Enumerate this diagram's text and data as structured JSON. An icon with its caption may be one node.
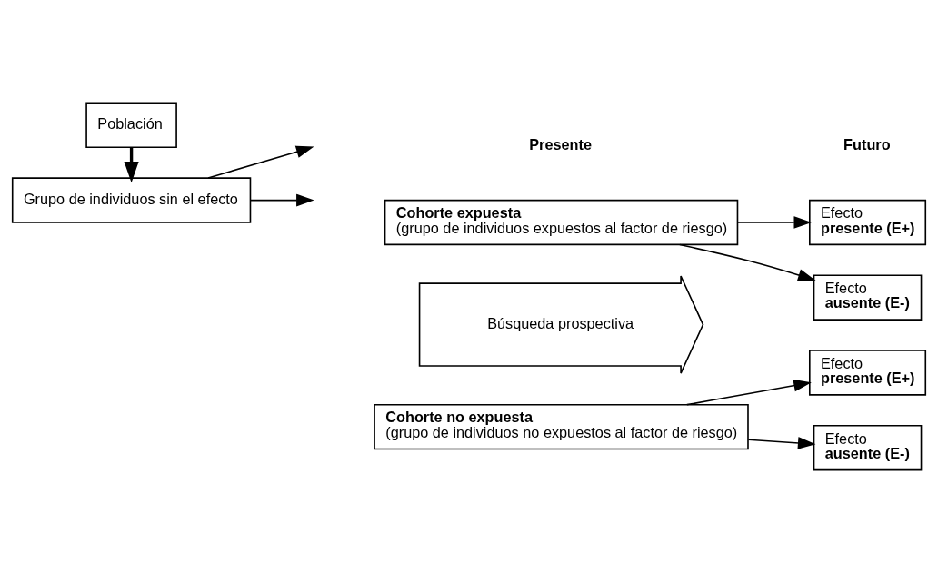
{
  "diagram": {
    "nodes": [
      {
        "text": [
          "Población"
        ]
      },
      {
        "text": [
          "Grupo de individuos sin el efecto"
        ]
      },
      {
        "text": [
          "Cohorte expuesta",
          "(grupo de individuos expuestos al factor de riesgo)"
        ]
      },
      {
        "text": [
          "Búsqueda prospectiva"
        ]
      },
      {
        "text": [
          "Cohorte no expuesta",
          "(grupo de individuos no expuestos al factor de riesgo)"
        ]
      },
      {
        "text": [
          "Efecto",
          "presente (E+)"
        ]
      },
      {
        "text": [
          "Efecto",
          "ausente (E-)"
        ]
      },
      {
        "text": [
          "Efecto",
          "presente (E+)"
        ]
      },
      {
        "text": [
          "Efecto",
          "ausente (E-)"
        ]
      }
    ],
    "edges": [
      {
        "from": 0,
        "to": 1,
        "arrow": "to",
        "style": "thick"
      },
      {
        "from": 1,
        "to": null,
        "arrow": "to"
      },
      {
        "from": 1,
        "to": null,
        "arrow": "to"
      },
      {
        "from": 2,
        "to": 5,
        "arrow": "to"
      },
      {
        "from": 2,
        "to": 6,
        "arrow": "to"
      },
      {
        "from": 4,
        "to": 7,
        "arrow": "to"
      },
      {
        "from": 4,
        "to": 8,
        "arrow": "to"
      }
    ],
    "labels": [
      "Presente",
      "Futuro"
    ]
  }
}
